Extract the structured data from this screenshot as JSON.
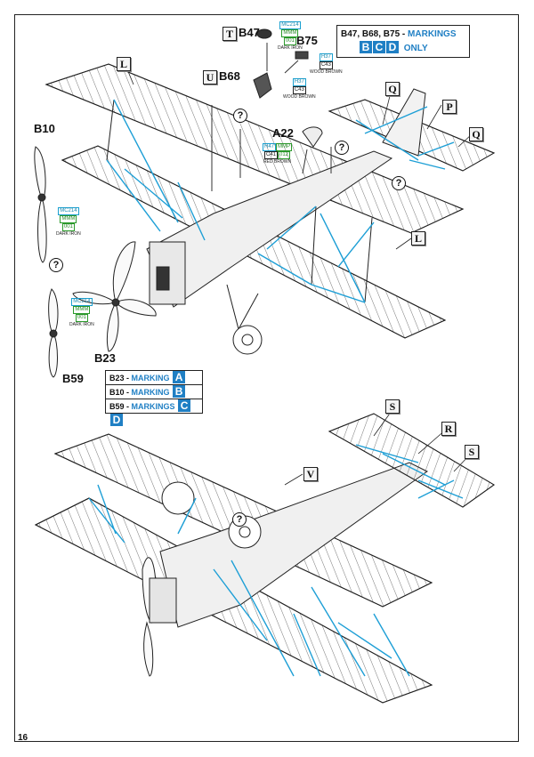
{
  "page_number": "16",
  "parts": {
    "T": "T",
    "B47": "B47",
    "U": "U",
    "B68": "B68",
    "B75": "B75",
    "A22": "A22",
    "L_top": "L",
    "L_right": "L",
    "Q_a": "Q",
    "Q_b": "Q",
    "P": "P",
    "B10": "B10",
    "B23": "B23",
    "B59": "B59",
    "S_a": "S",
    "S_b": "S",
    "R": "R",
    "V": "V"
  },
  "question_mark": "?",
  "paints": {
    "b47": {
      "codes": [
        "MC214",
        "MMM",
        "001"
      ],
      "name": "DARK IRON"
    },
    "b75": {
      "codes": [
        "H37",
        "C43"
      ],
      "name": "WOOD BROWN"
    },
    "b68": {
      "codes": [
        "H37",
        "C43"
      ],
      "name": "WOOD BROWN"
    },
    "a22": {
      "codes": [
        "H47",
        "MMP",
        "C41",
        "012"
      ],
      "name": "RED BROWN"
    },
    "b10": {
      "codes": [
        "MC214",
        "MMM",
        "001"
      ],
      "name": "DARK IRON"
    },
    "b59": {
      "codes": [
        "MC214",
        "MMM",
        "001"
      ],
      "name": "DARK IRON"
    }
  },
  "markings_header": {
    "line1_prefix": "B47, B68, B75 - ",
    "line1_suffix": "MARKINGS",
    "letters": [
      "B",
      "C",
      "D"
    ],
    "line2_suffix": "ONLY"
  },
  "markings_table": [
    {
      "part": "B23",
      "label": "MARKING",
      "letters": [
        "A"
      ]
    },
    {
      "part": "B10",
      "label": "MARKING",
      "letters": [
        "B"
      ]
    },
    {
      "part": "B59",
      "label": "MARKINGS",
      "letters": [
        "C",
        "D"
      ]
    }
  ],
  "colors": {
    "rigging": "#1e9fd6",
    "accent": "#1f7fc4",
    "outline": "#222222"
  }
}
